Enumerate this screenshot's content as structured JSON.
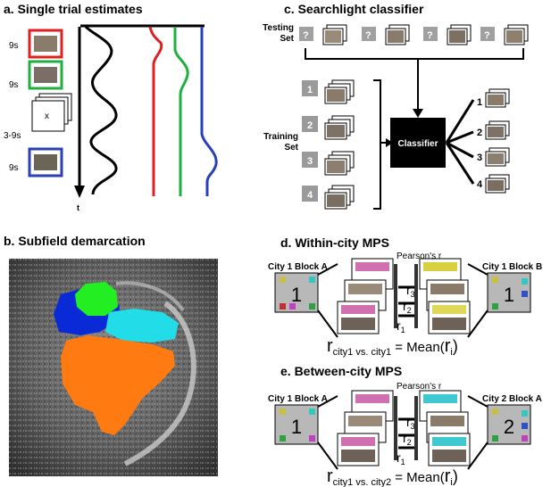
{
  "panel_a": {
    "title": "a. Single trial estimates",
    "durations": [
      "9s",
      "9s",
      "3-9s",
      "9s"
    ],
    "fixation_symbol": "x",
    "time_axis_label": "t",
    "trial_colors": [
      "#e02020",
      "#20b040",
      "#ffffff",
      "#2a40b8"
    ]
  },
  "panel_b": {
    "title": "b. Subfield demarcation",
    "region_colors": [
      "#22ee22",
      "#0a2ad8",
      "#22dde8",
      "#ff7a10"
    ]
  },
  "panel_c": {
    "title": "c. Searchlight classifier",
    "testing_label": "Testing",
    "testing_label2": "Set",
    "training_label": "Training",
    "training_label2": "Set",
    "unknown_symbol": "?",
    "classifier_label": "Classifier",
    "training_classes": [
      "1",
      "2",
      "3",
      "4"
    ],
    "output_classes": [
      "1",
      "2",
      "3",
      "4"
    ]
  },
  "panel_d": {
    "title": "d. Within-city MPS",
    "left_label": "City 1 Block A",
    "right_label": "City 1 Block B",
    "left_number": "1",
    "right_number": "1",
    "correlation_label": "Pearson's r",
    "r_labels": [
      "r",
      "r",
      "r"
    ],
    "r_subs": [
      "3",
      "2",
      "1"
    ],
    "formula_r": "r",
    "formula_sub": "city1 vs. city1",
    "formula_eq": " = Mean(",
    "formula_ri": "r",
    "formula_i": "i",
    "formula_close": ")"
  },
  "panel_e": {
    "title": "e. Between-city MPS",
    "left_label": "City 1 Block A",
    "right_label": "City 2 Block A",
    "left_number": "1",
    "right_number": "2",
    "correlation_label": "Pearson's r",
    "r_labels": [
      "r",
      "r",
      "r"
    ],
    "r_subs": [
      "3",
      "2",
      "1"
    ],
    "formula_r": "r",
    "formula_sub": "city1 vs. city2",
    "formula_eq": " = Mean(",
    "formula_ri": "r",
    "formula_i": "i",
    "formula_close": ")"
  }
}
